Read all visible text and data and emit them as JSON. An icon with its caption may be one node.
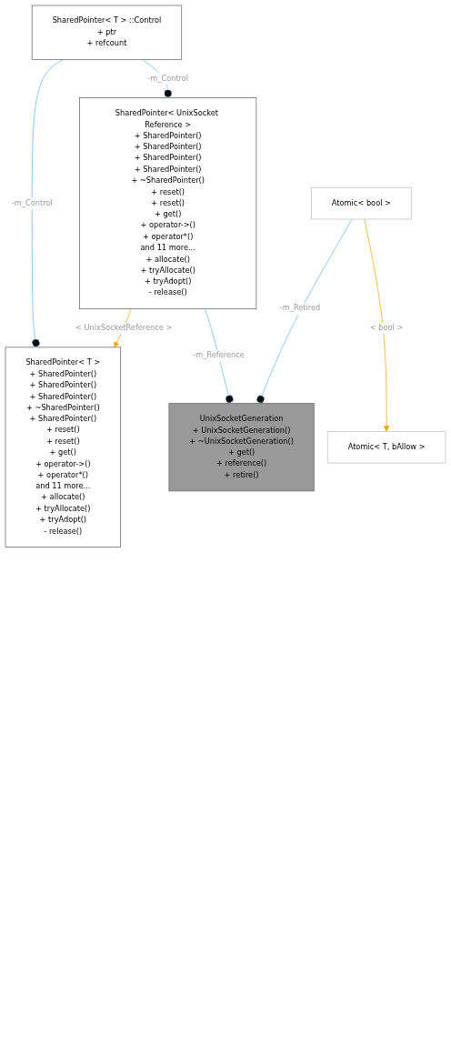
{
  "diagram": {
    "nodes": [
      {
        "text": [
          "SharedPointer< T > ::Control",
          "+ ptr",
          "+ refcount"
        ]
      },
      {
        "text": [
          "SharedPointer< T >",
          "+ SharedPointer()",
          "+ SharedPointer()",
          "+ SharedPointer()",
          "+ ~SharedPointer()",
          "+ SharedPointer()",
          "+ reset()",
          "+ reset()",
          "+ get()",
          "+ operator->()",
          "+ operator*()",
          "and 11 more...",
          "+ allocate()",
          "+ tryAllocate()",
          "+ tryAdopt()",
          "- release()"
        ]
      },
      {
        "text": [
          "Atomic< T, bAllow >"
        ]
      },
      {
        "text": [
          "SharedPointer< UnixSocket Reference >",
          "+ SharedPointer()",
          "+ SharedPointer()",
          "+ SharedPointer()",
          "+ SharedPointer()",
          "+ ~SharedPointer()",
          "+ reset()",
          "+ reset()",
          "+ get()",
          "+ operator->()",
          "+ operator*()",
          "and 11 more...",
          "+ allocate()",
          "+ tryAllocate()",
          "+ tryAdopt()",
          "- release()"
        ]
      },
      {
        "text": [
          "Atomic< bool >"
        ]
      },
      {
        "text": [
          "UnixSocketGeneration",
          "+ UnixSocketGeneration()",
          "+ ~UnixSocketGeneration()",
          "+ get()",
          "+ reference()",
          "+ retire()"
        ]
      }
    ],
    "edges": [
      {
        "from": 0,
        "to": 1,
        "arrow": "other",
        "label": "-m_Control"
      },
      {
        "from": 0,
        "to": 3,
        "arrow": "other",
        "label": "-m_Control"
      },
      {
        "from": 3,
        "to": 1,
        "arrow": "to",
        "label": "< UnixSocketReference >",
        "color": "#ffa500"
      },
      {
        "from": 4,
        "to": 2,
        "arrow": "to",
        "label": "< bool >",
        "color": "#ffa500"
      },
      {
        "from": 3,
        "to": 5,
        "arrow": "other",
        "label": "-m_Reference"
      },
      {
        "from": 4,
        "to": 5,
        "arrow": "other",
        "label": "-m_Retired"
      }
    ]
  }
}
